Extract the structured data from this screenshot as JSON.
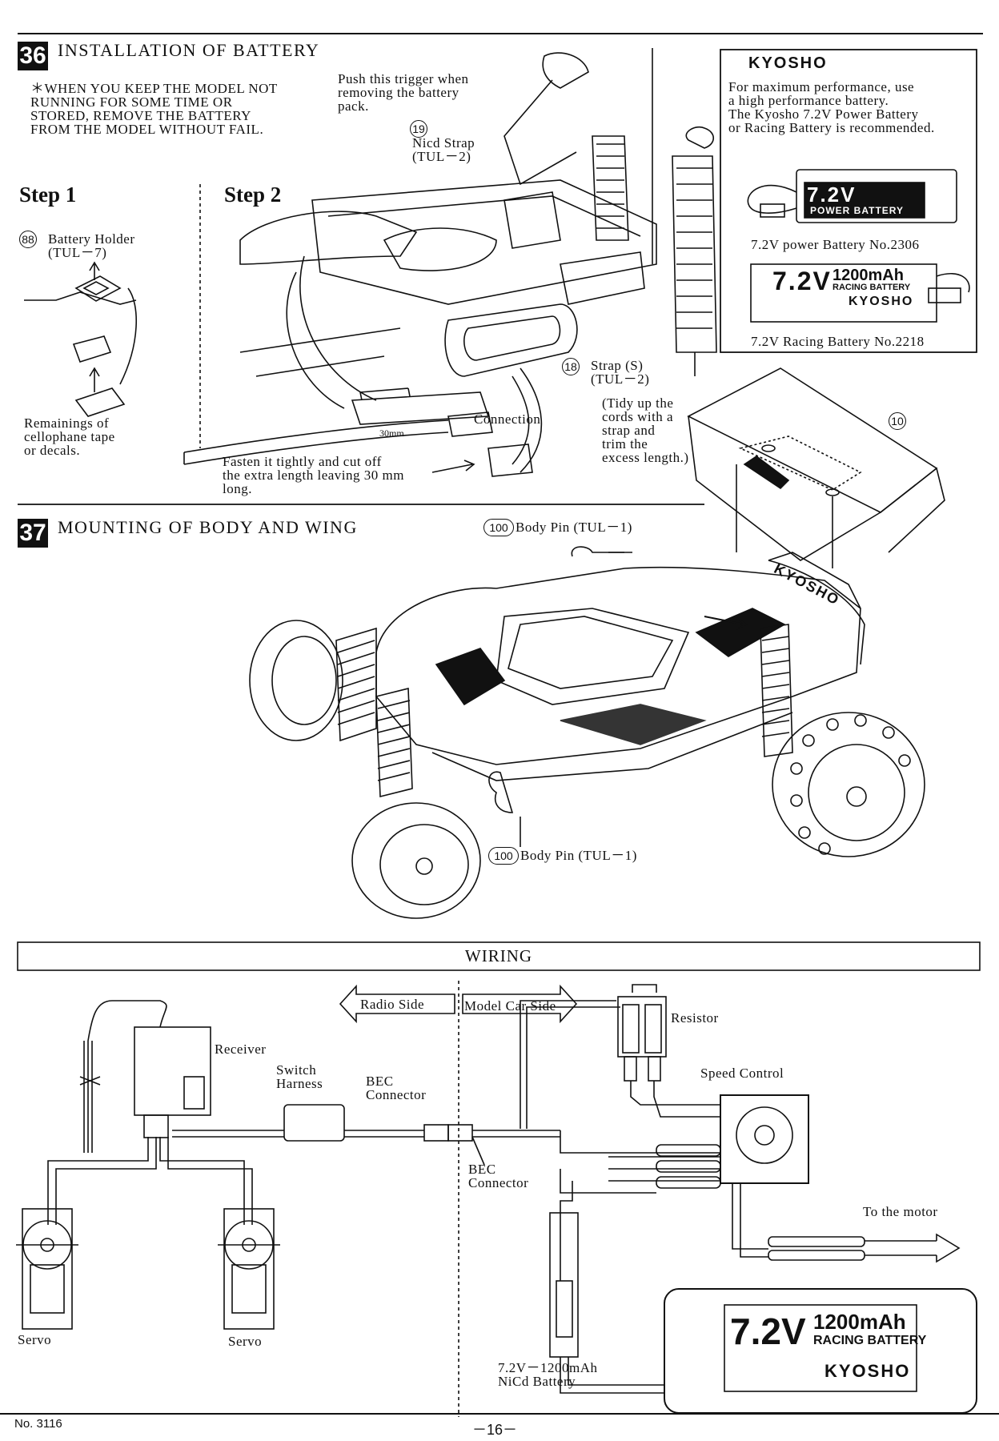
{
  "section36": {
    "number": "36",
    "title": "INSTALLATION OF BATTERY",
    "warning": "＊WHEN YOU KEEP THE MODEL NOT\n  RUNNING FOR SOME TIME OR\n  STORED, REMOVE THE BATTERY\n  FROM THE MODEL WITHOUT FAIL.",
    "trigger_note": "Push this trigger when\nremoving the battery\npack.",
    "step1": {
      "label": "Step 1",
      "part_no": "88",
      "part_name": "Battery Holder\n(TUL－7)",
      "note": "Remainings of\ncellophane tape\nor decals."
    },
    "step2": {
      "label": "Step 2",
      "nicd_strap_no": "19",
      "nicd_strap": "Nicd Strap\n(TUL－2)",
      "strap_no": "18",
      "strap": "Strap (S)\n(TUL－2)",
      "tidy": "(Tidy up the\ncords with a\nstrap and\ntrim the\nexcess length.)",
      "connection": "Connection",
      "dim": "30mm",
      "fasten": "Fasten it tightly and cut off\nthe extra length leaving 30 mm\nlong."
    },
    "promo": {
      "brand": "KYOSHO",
      "text": "For maximum performance, use\na high performance battery.\nThe Kyosho 7.2V Power Battery\nor Racing Battery is recommended.",
      "battery1_label": "7.2V POWER BATTERY",
      "battery1_volt": "7.2V",
      "battery1_sub": "POWER BATTERY",
      "battery1_caption": "7.2V power Battery No.2306",
      "battery2_volt": "7.2V",
      "battery2_cap": "1200mAh",
      "battery2_sub": "RACING BATTERY",
      "battery2_brand": "KYOSHO",
      "battery2_caption": "7.2V Racing Battery No.2218"
    }
  },
  "section37": {
    "number": "37",
    "title": "MOUNTING OF BODY AND WING",
    "pin_no": "100",
    "pin_top": "Body Pin (TUL－1)",
    "pin_bottom": "Body Pin (TUL－1)",
    "wing_no": "10",
    "body_brand": "KYOSHO"
  },
  "wiring": {
    "title": "WIRING",
    "radio_side": "Radio Side",
    "model_side": "Model Car Side",
    "receiver": "Receiver",
    "switch_harness": "Switch\nHarness",
    "bec1": "BEC\nConnector",
    "bec2": "BEC\nConnector",
    "resistor": "Resistor",
    "speed_control": "Speed Control",
    "to_motor": "To the motor",
    "servo_left": "Servo",
    "servo_right": "Servo",
    "nicd": "7.2V－1200mAh\nNiCd Battery",
    "battery_volt": "7.2V",
    "battery_cap": "1200mAh",
    "battery_sub": "RACING BATTERY",
    "battery_brand": "KYOSHO"
  },
  "footer": {
    "model_no": "No. 3116",
    "page": "－16－"
  }
}
